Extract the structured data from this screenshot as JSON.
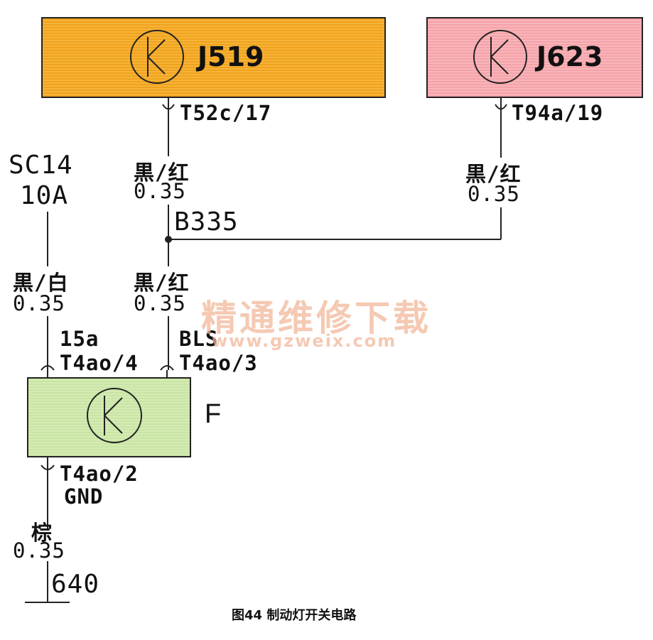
{
  "components": {
    "j519": {
      "name": "J519",
      "pin": "T52c/17"
    },
    "j623": {
      "name": "J623",
      "pin": "T94a/19"
    },
    "f": {
      "name": "F",
      "pins": [
        "T4ao/4",
        "T4ao/3",
        "T4ao/2"
      ]
    }
  },
  "fuse": {
    "name": "SC14",
    "rating": "10A"
  },
  "wires": {
    "j519_color": "黒/红",
    "j519_size": "0.35",
    "j623_color": "黒/红",
    "j623_size": "0.35",
    "bls_color": "黒/红",
    "bls_size": "0.35",
    "fuse_color": "黒/白",
    "fuse_size": "0.35",
    "gnd_color": "棕",
    "gnd_size": "0.35"
  },
  "signals": {
    "junction": "B335",
    "fuse_sig": "15a",
    "bls_sig": "BLS",
    "gnd_sig": "GND"
  },
  "ground_point": "640",
  "watermark": {
    "title": "精通维修下载",
    "url": "www.gzweix.com"
  },
  "caption": "图44 制动灯开关电路",
  "colors": {
    "j519_fill": "#f0a21c",
    "j623_fill": "#f4a2a8",
    "f_fill": "#c9e4a4"
  }
}
